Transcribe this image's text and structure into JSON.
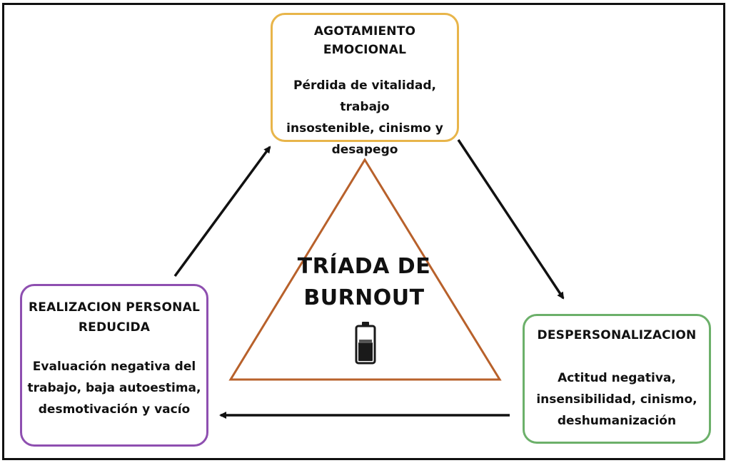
{
  "colors": {
    "border": "#111111",
    "arrow": "#111111",
    "triangle": "#b8612b",
    "top_box": "#e8b54a",
    "left_box": "#8e4fb0",
    "right_box": "#6cb06a"
  },
  "center": {
    "title_line1": "TRÍADA DE",
    "title_line2": "BURNOUT",
    "icon": "battery-icon"
  },
  "boxes": {
    "top": {
      "title": "AGOTAMIENTO EMOCIONAL",
      "desc_lines": [
        "Pérdida de vitalidad, trabajo",
        "insostenible, cinismo y",
        "desapego"
      ]
    },
    "left": {
      "title_lines": [
        "REALIZACION PERSONAL",
        "REDUCIDA"
      ],
      "desc_lines": [
        "Evaluación negativa del",
        "trabajo, baja autoestima,",
        "desmotivación y vacío"
      ]
    },
    "right": {
      "title": "DESPERSONALIZACION",
      "desc_lines": [
        "Actitud negativa,",
        "insensibilidad, cinismo,",
        "deshumanización"
      ]
    }
  }
}
